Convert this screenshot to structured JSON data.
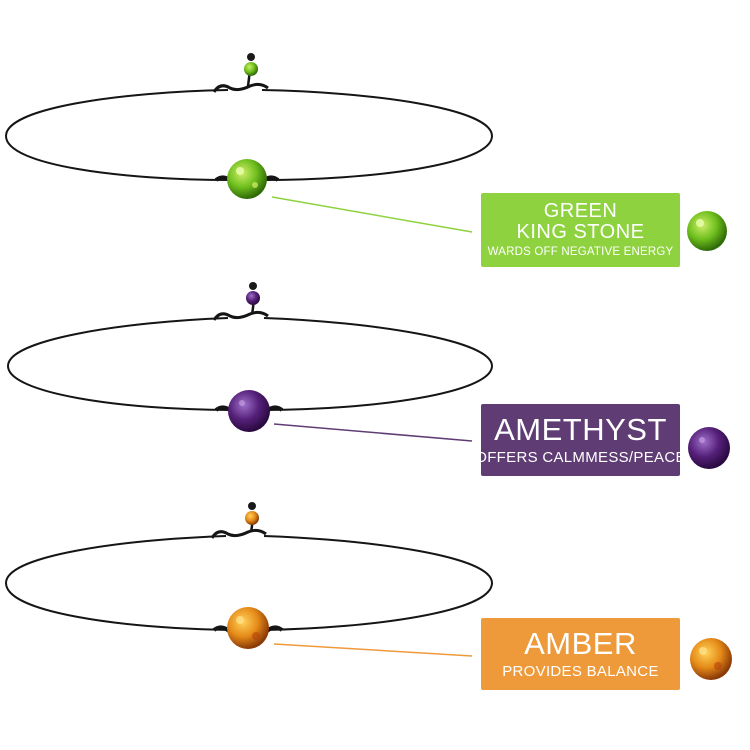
{
  "colors": {
    "green_label": "#8ed33f",
    "amethyst_label": "#5f3c74",
    "amber_label": "#ee9a3a",
    "cord": "#151515",
    "background": "#ffffff"
  },
  "necklaces": [
    {
      "stone": "green-king-stone",
      "bead_color": "#6fbf1e",
      "bead_highlight": "#cfee6a",
      "bead_shadow": "#2f6a08",
      "label_line1": "GREEN",
      "label_line2": "KING STONE",
      "label_line3": "WARDS OFF NEGATIVE ENERGY"
    },
    {
      "stone": "amethyst",
      "bead_color": "#55207a",
      "bead_highlight": "#a070c8",
      "bead_shadow": "#2a0a40",
      "label_line1": "AMETHYST",
      "label_line2": "OFFERS CALMMESS/PEACE"
    },
    {
      "stone": "amber",
      "bead_color": "#e58a18",
      "bead_highlight": "#ffd25a",
      "bead_shadow": "#8a3a08",
      "label_line1": "AMBER",
      "label_line2": "PROVIDES BALANCE"
    }
  ]
}
